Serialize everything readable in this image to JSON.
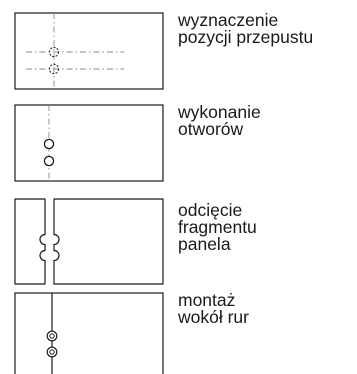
{
  "steps": [
    {
      "id": "marking",
      "lines": [
        "wyznaczenie",
        "pozycji przepustu"
      ],
      "icon": "panel-marking-icon"
    },
    {
      "id": "drilling",
      "lines": [
        "wykonanie",
        "otworów"
      ],
      "icon": "panel-drilling-icon"
    },
    {
      "id": "cutting",
      "lines": [
        "odcięcie",
        "fragmentu",
        "panela"
      ],
      "icon": "panel-cutting-icon"
    },
    {
      "id": "mounting",
      "lines": [
        "montaż",
        "wokół rur"
      ],
      "icon": "panel-mounting-icon"
    }
  ],
  "colors": {
    "stroke": "#1a1a1a",
    "dashed": "#8a8a8a",
    "text": "#1a1a1a"
  }
}
